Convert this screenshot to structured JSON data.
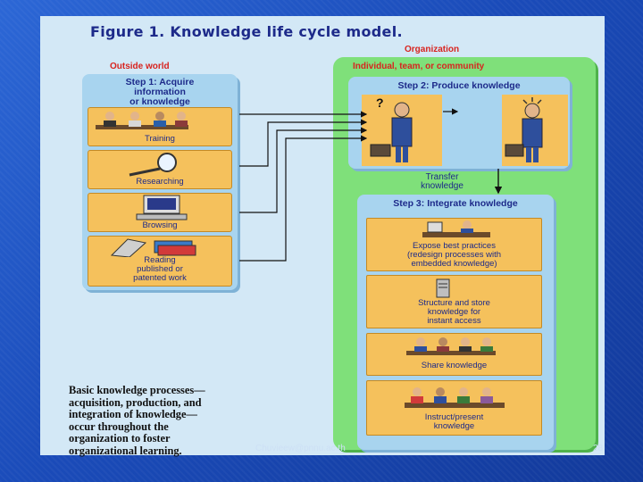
{
  "figure": {
    "title": "Figure 1. Knowledge life cycle model.",
    "outside_world_label": "Outside world",
    "organization_label": "Organization",
    "group_label": "Individual, team, or community"
  },
  "step1": {
    "title_lines": [
      "Step 1: Acquire",
      "information",
      "or knowledge"
    ],
    "items": [
      {
        "label": "Training",
        "icon": "training-illustration"
      },
      {
        "label": "Researching",
        "icon": "magnifier-illustration"
      },
      {
        "label": "Browsing",
        "icon": "computer-illustration"
      },
      {
        "label": "Reading published or patented work",
        "label_lines": [
          "Reading",
          "published or",
          "patented work"
        ],
        "icon": "books-illustration"
      }
    ]
  },
  "step2": {
    "title": "Step 2: Produce knowledge",
    "question_mark": "?"
  },
  "transfer": {
    "lines": [
      "Transfer",
      "knowledge"
    ]
  },
  "step3": {
    "title": "Step 3: Integrate knowledge",
    "items": [
      {
        "label_lines": [
          "Expose best practices",
          "(redesign processes with",
          "embedded knowledge)"
        ],
        "icon": "desk-worker-illustration"
      },
      {
        "label_lines": [
          "Structure and store",
          "knowledge for",
          "instant access"
        ],
        "icon": "server-illustration"
      },
      {
        "label_lines": [
          "Share knowledge"
        ],
        "icon": "meeting-illustration"
      },
      {
        "label_lines": [
          "Instruct/present",
          "knowledge"
        ],
        "icon": "presentation-illustration"
      }
    ]
  },
  "caption": {
    "lines": [
      "Basic knowledge processes—",
      "acquisition, production, and",
      "integration of knowledge—",
      "occur throughout the",
      "organization to foster",
      "organizational learning."
    ]
  },
  "footer": {
    "text": "Chuvieew@pnnu.ac.th",
    "page_number": "28"
  },
  "colors": {
    "slide_background": "#1b4db8",
    "figure_background": "#d3e8f6",
    "organization_panel": "#7fe07a",
    "step_panel": "#a8d4ef",
    "card": "#f5c15c",
    "title_text": "#1d2a8a",
    "section_label": "#d8241f"
  }
}
